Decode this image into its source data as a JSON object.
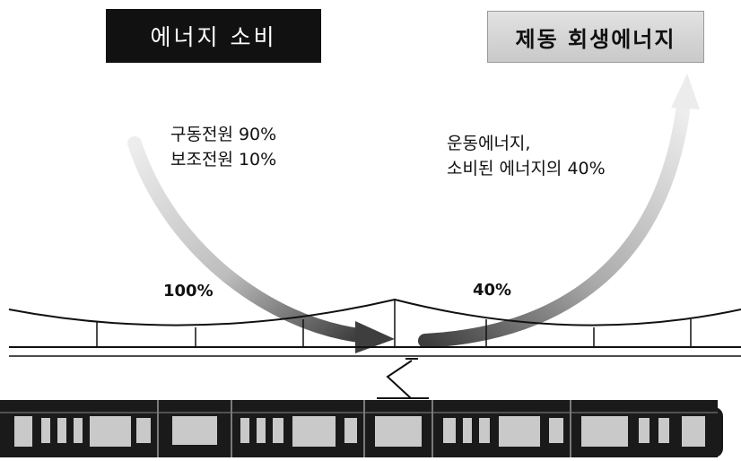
{
  "labels": {
    "energy_consumption": "에너지 소비",
    "braking_regen": "제동 회생에너지",
    "drive_power": "구동전원 90%",
    "aux_power": "보조전원 10%",
    "kinetic_energy": "운동에너지,",
    "kinetic_share": "소비된 에너지의 40%",
    "consumed_pct": "100%",
    "regen_pct": "40%"
  },
  "colors": {
    "consume_box": "#111111",
    "regen_box": "#d4d4d4",
    "tram_body": "#1a1a1a",
    "arrow_dark": "#4a4a4a"
  }
}
